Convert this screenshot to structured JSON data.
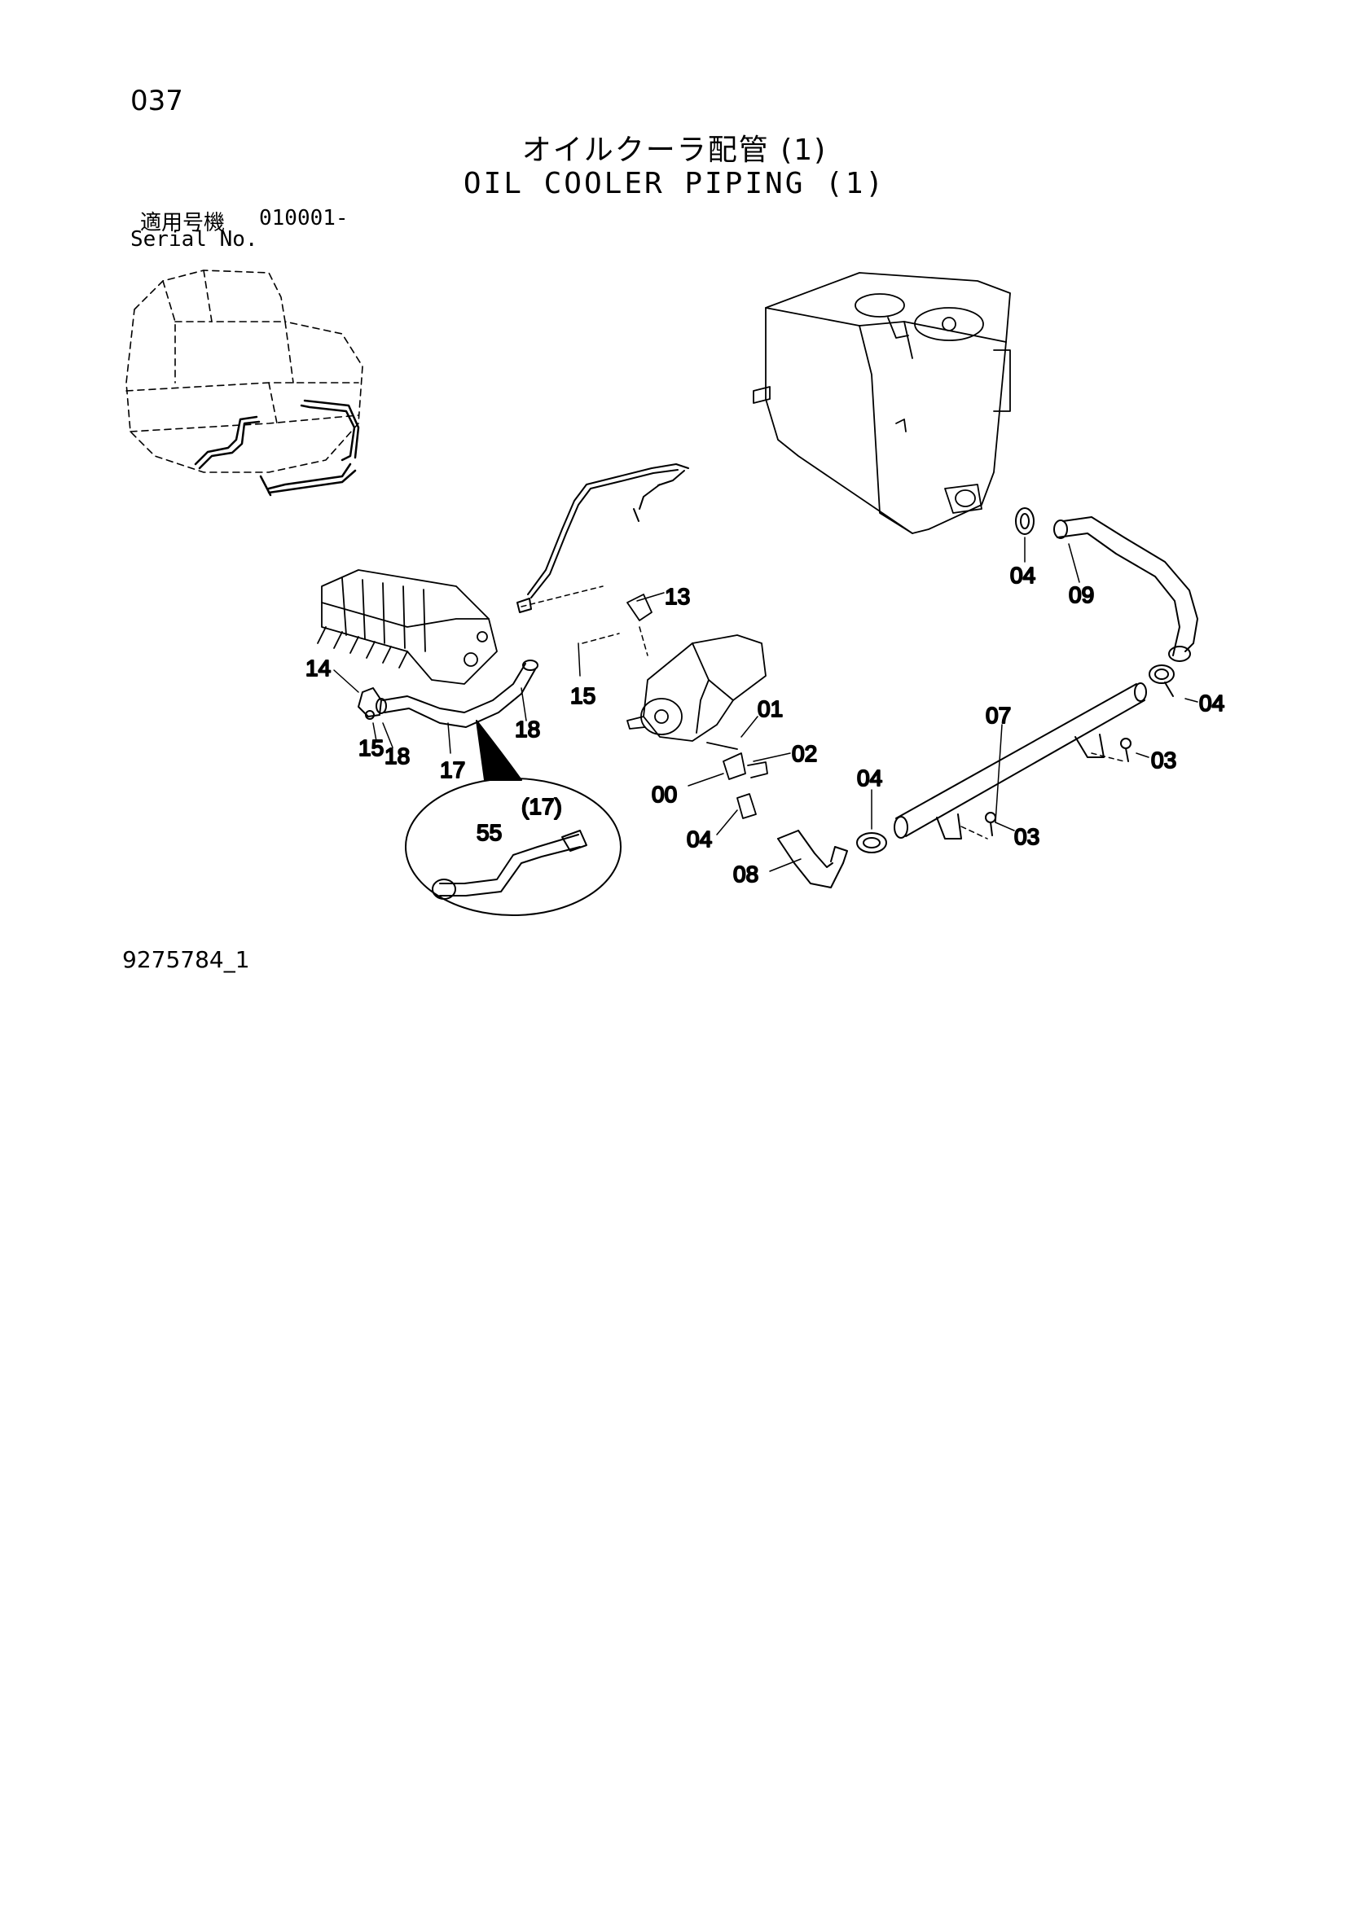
{
  "header": {
    "page_number": "037",
    "title_jp": "オイルクーラ配管 (1)",
    "title_en": "OIL COOLER PIPING (1)",
    "serial_label_jp": "適用号機",
    "serial_range": "010001-",
    "serial_label_en": "Serial No."
  },
  "callouts": {
    "c04_top": "04",
    "c09": "09",
    "c13": "13",
    "c14": "14",
    "c15_mid": "15",
    "c15_left": "15",
    "c18_left": "18",
    "c17": "17",
    "c18_mid": "18",
    "c04_right": "04",
    "c07": "07",
    "c01": "01",
    "c02": "02",
    "c00": "00",
    "c04_mid": "04",
    "c04_low": "04",
    "c03_upper": "03",
    "c03_lower": "03",
    "c08": "08",
    "c55": "55",
    "c17_paren": "(17)"
  },
  "footer": {
    "drawing_code": "9275784_1"
  }
}
